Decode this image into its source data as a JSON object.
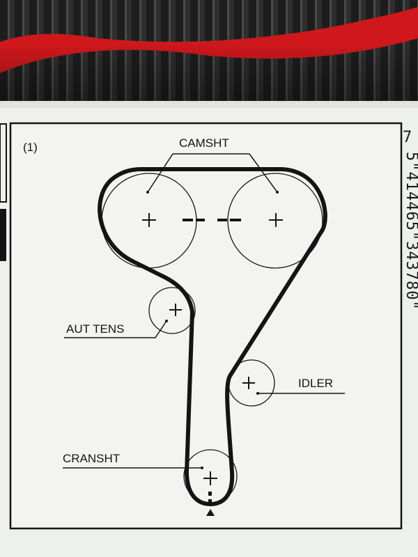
{
  "diagram": {
    "figure_number": "(1)",
    "labels": {
      "camshaft": "CAMSHT",
      "auto_tensioner": "AUT TENS",
      "idler": "IDLER",
      "crankshaft": "CRANSHT"
    },
    "side_code_digit": "7",
    "side_code": "5\"414465\"343780\""
  },
  "colors": {
    "belt_box_red": "#d0181c",
    "card_background": "#eef0ec",
    "ink": "#141414"
  }
}
